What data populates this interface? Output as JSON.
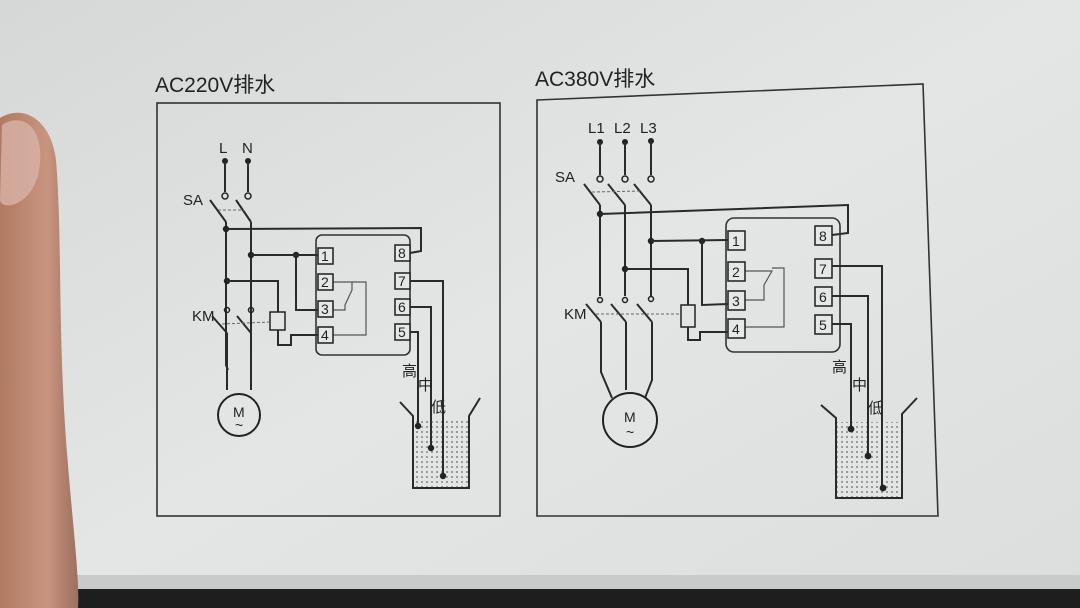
{
  "diagrams": [
    {
      "title": "AC220V排水",
      "supply_labels": [
        "L",
        "N"
      ],
      "switch_label": "SA",
      "contactor_label": "KM",
      "motor_label": "M",
      "motor_symbol": "~",
      "left_terminals": [
        "1",
        "2",
        "3",
        "4"
      ],
      "right_terminals": [
        "8",
        "7",
        "6",
        "5"
      ],
      "level_labels": [
        "高",
        "中",
        "低"
      ]
    },
    {
      "title": "AC380V排水",
      "supply_labels": [
        "L1",
        "L2",
        "L3"
      ],
      "switch_label": "SA",
      "contactor_label": "KM",
      "motor_label": "M",
      "motor_symbol": "~",
      "left_terminals": [
        "1",
        "2",
        "3",
        "4"
      ],
      "right_terminals": [
        "8",
        "7",
        "6",
        "5"
      ],
      "level_labels": [
        "高",
        "中",
        "低"
      ]
    }
  ],
  "colors": {
    "paper": "#e3e5e5",
    "ink": "#2a2a2a",
    "shadow": "#1e1e1e"
  }
}
